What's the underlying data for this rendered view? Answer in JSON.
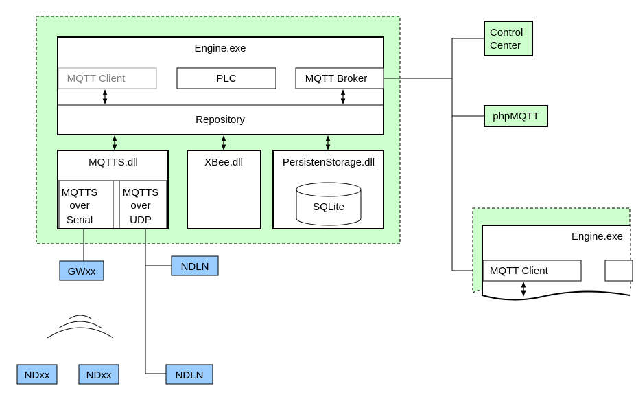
{
  "colors": {
    "zone_fill": "#ccffcc",
    "node_fill": "#99ccff",
    "line": "#000000",
    "muted_text": "#808080"
  },
  "main_host": {
    "engine": {
      "title": "Engine.exe",
      "mqtt_client": "MQTT Client",
      "plc": "PLC",
      "mqtt_broker": "MQTT Broker",
      "repository": "Repository"
    },
    "mqtts_dll": {
      "title": "MQTTS.dll",
      "serial_line1": "MQTTS",
      "serial_line2": "over",
      "serial_line3": "Serial",
      "udp_line1": "MQTTS",
      "udp_line2": "over",
      "udp_line3": "UDP"
    },
    "xbee_dll": {
      "title": "XBee.dll"
    },
    "storage_dll": {
      "title": "PersistenStorage.dll",
      "db": "SQLite"
    }
  },
  "external": {
    "control_center_line1": "Control",
    "control_center_line2": "Center",
    "phpmqtt": "phpMQTT"
  },
  "remote_host": {
    "engine_title": "Engine.exe",
    "mqtt_client": "MQTT Client"
  },
  "nodes": {
    "gateway": "GWxx",
    "ndln_1": "NDLN",
    "ndln_2": "NDLN",
    "ndxx_1": "NDxx",
    "ndxx_2": "NDxx"
  }
}
